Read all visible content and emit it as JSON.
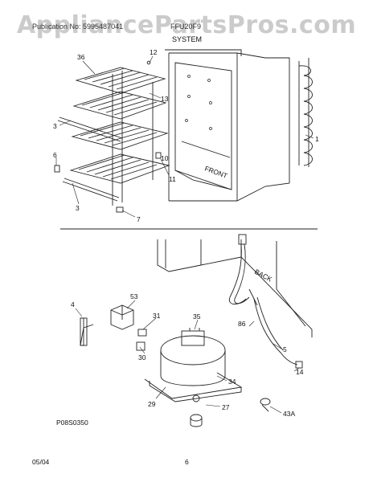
{
  "header": {
    "watermark": "AppliancePartsPros.com",
    "publication_text": "Publication No: 5995487041",
    "model_text": "FFU20F9",
    "section_title": "SYSTEM"
  },
  "callouts": {
    "top": [
      "36",
      "12",
      "13",
      "3",
      "6",
      "10",
      "11",
      "3",
      "7",
      "1"
    ],
    "front_label": "FRONT",
    "bottom": [
      "53",
      "4",
      "31",
      "35",
      "30",
      "86",
      "5",
      "34",
      "29",
      "27",
      "14",
      "43A"
    ],
    "back_label": "BACK"
  },
  "diagram_code": "P08S0350",
  "footer": {
    "date": "05/04",
    "page_number": "6"
  },
  "colors": {
    "line": "#222222",
    "watermark": "#a0a0a0"
  }
}
